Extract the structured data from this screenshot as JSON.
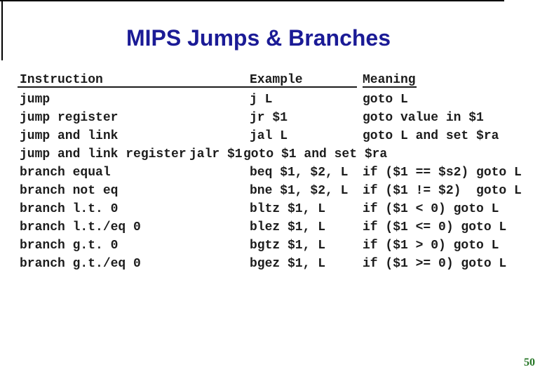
{
  "colors": {
    "title": "#1b1b96",
    "table-text": "#1c1c1c",
    "page-number": "#267626",
    "frame": "#000000"
  },
  "slide": {
    "title": "MIPS Jumps & Branches",
    "page_number": "50"
  },
  "table": {
    "headers": {
      "instruction": "Instruction",
      "example": "Example",
      "meaning": "Meaning"
    },
    "rows": [
      {
        "instruction": "jump",
        "example": "j L",
        "meaning": "goto L"
      },
      {
        "instruction": "jump register",
        "example": "jr $1",
        "meaning": "goto value in $1"
      },
      {
        "instruction": "jump and link",
        "example": "jal L",
        "meaning": "goto L and set $ra"
      },
      {
        "instruction": "jump and link register",
        "example": "jalr $1",
        "meaning": "goto $1 and set $ra"
      },
      {
        "instruction": "branch equal",
        "example": "beq $1, $2, L",
        "meaning": "if ($1 == $s2) goto L"
      },
      {
        "instruction": "branch not eq",
        "example": "bne $1, $2, L",
        "meaning": "if ($1 != $2)  goto L"
      },
      {
        "instruction": "branch l.t. 0",
        "example": "bltz $1, L",
        "meaning": "if ($1 < 0) goto L"
      },
      {
        "instruction": "branch l.t./eq 0",
        "example": "blez $1, L",
        "meaning": "if ($1 <= 0) goto L"
      },
      {
        "instruction": "branch g.t. 0",
        "example": "bgtz $1, L",
        "meaning": "if ($1 > 0) goto L"
      },
      {
        "instruction": "branch g.t./eq 0",
        "example": "bgez $1, L",
        "meaning": "if ($1 >= 0) goto L"
      }
    ]
  }
}
